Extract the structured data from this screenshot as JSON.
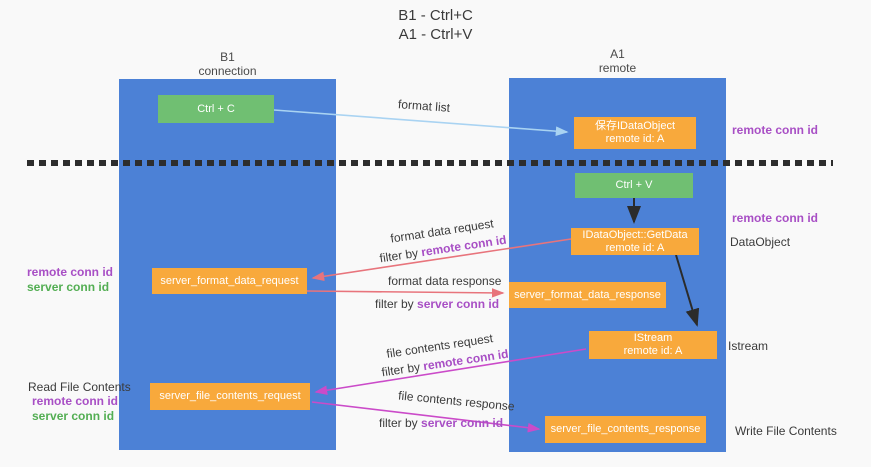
{
  "title": {
    "line1": "B1 - Ctrl+C",
    "line2": "A1 - Ctrl+V"
  },
  "columns": {
    "left": {
      "name": "B1",
      "subtitle": "connection"
    },
    "right": {
      "name": "A1",
      "subtitle": "remote"
    }
  },
  "boxes": {
    "ctrl_c": {
      "label": "Ctrl + C"
    },
    "save_idataobject": {
      "line1": "保存IDataObject",
      "line2": "remote id: A"
    },
    "ctrl_v": {
      "label": "Ctrl + V"
    },
    "getdata": {
      "line1": "IDataObject::GetData",
      "line2": "remote id: A"
    },
    "server_format_data_request": {
      "label": "server_format_data_request"
    },
    "server_format_data_response": {
      "label": "server_format_data_response"
    },
    "istream": {
      "line1": "IStream",
      "line2": "remote id: A"
    },
    "server_file_contents_request": {
      "label": "server_file_contents_request"
    },
    "server_file_contents_response": {
      "label": "server_file_contents_response"
    }
  },
  "arrow_labels": {
    "format_list": "format list",
    "format_data_request": "format data request",
    "format_data_response": "format data response",
    "file_contents_request": "file contents request",
    "file_contents_response": "file contents response",
    "filter_by": "filter by ",
    "remote_conn_id": "remote conn id",
    "server_conn_id": "server conn id"
  },
  "side_labels": {
    "remote_conn_id": "remote conn id",
    "server_conn_id": "server conn id",
    "dataobject": "DataObject",
    "istream": "Istream",
    "read_file_contents": "Read File Contents",
    "write_file_contents": "Write File Contents"
  },
  "colors": {
    "column_blue": "#4c81d6",
    "box_green": "#70bf72",
    "box_orange": "#f8a93c",
    "arrow_lightblue": "#a9d3f2",
    "arrow_salmon": "#e8747c",
    "arrow_magenta": "#cb4bc9",
    "arrow_black": "#2b2b2b",
    "label_purple": "#a84fc5",
    "label_green": "#53ae53"
  }
}
